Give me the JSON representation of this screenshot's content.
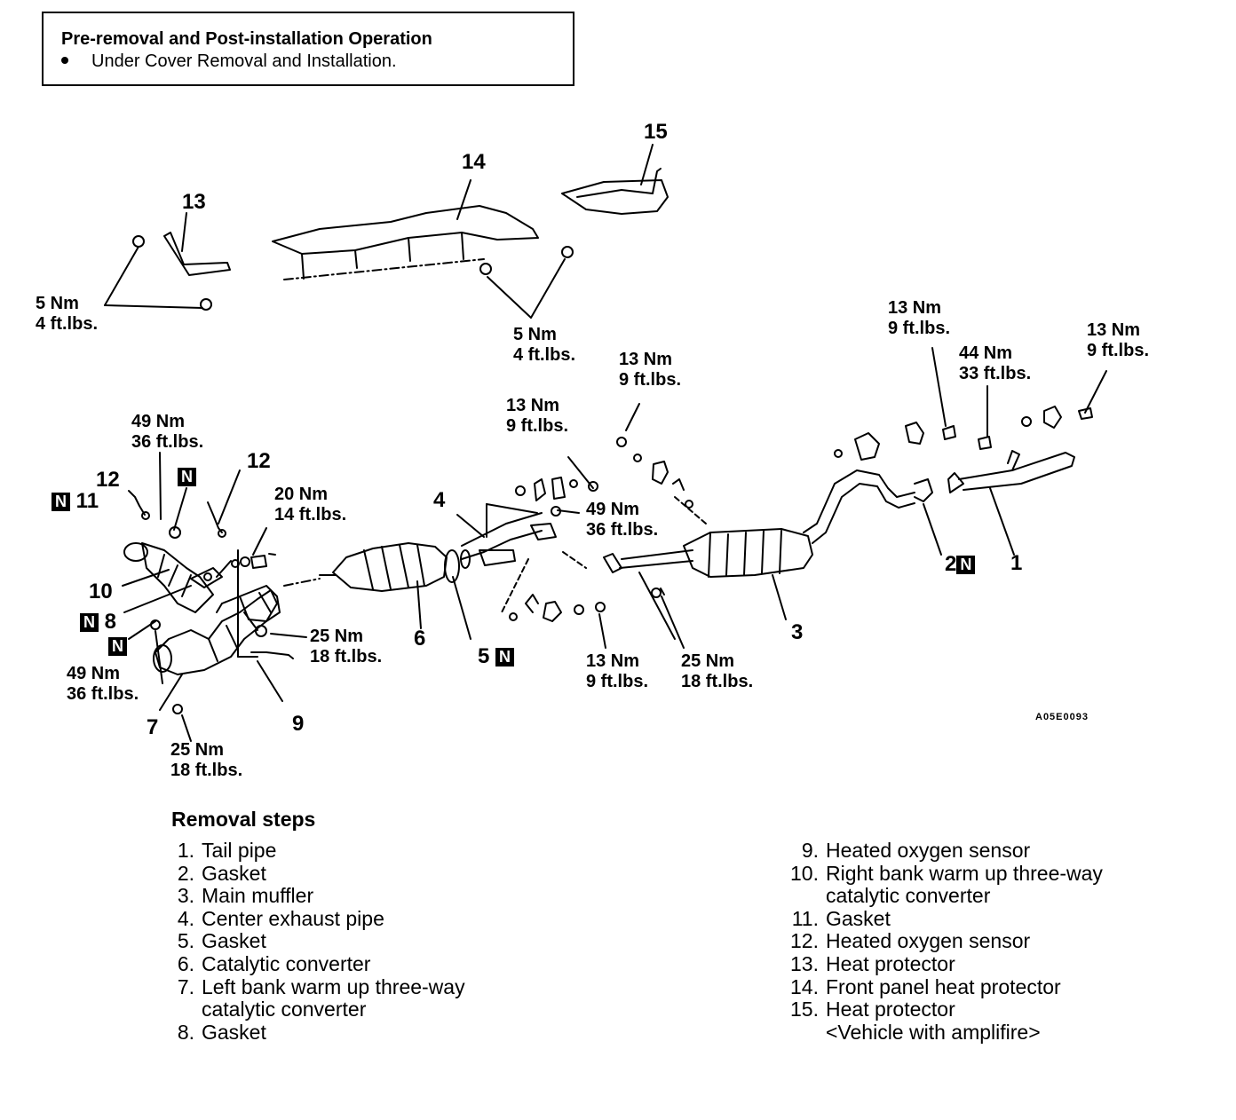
{
  "header": {
    "title": "Pre-removal and Post-installation Operation",
    "bullet": "Under Cover Removal and Installation."
  },
  "callouts": {
    "p1": "1",
    "p2": "2",
    "p3": "3",
    "p4": "4",
    "p5": "5",
    "p6": "6",
    "p7": "7",
    "p8": "8",
    "p9": "9",
    "p10": "10",
    "p11": "11",
    "p12a": "12",
    "p12b": "12",
    "p13": "13",
    "p14": "14",
    "p15": "15",
    "n_mark": "N"
  },
  "torques": {
    "t5nm_left": [
      "5 Nm",
      "4 ft.lbs."
    ],
    "t5nm_mid": [
      "5 Nm",
      "4 ft.lbs."
    ],
    "t13_a": [
      "13 Nm",
      "9 ft.lbs."
    ],
    "t13_b": [
      "13 Nm",
      "9 ft.lbs."
    ],
    "t13_c": [
      "13 Nm",
      "9 ft.lbs."
    ],
    "t13_d": [
      "13 Nm",
      "9 ft.lbs."
    ],
    "t13_e": [
      "13 Nm",
      "9 ft.lbs."
    ],
    "t44": [
      "44 Nm",
      "33 ft.lbs."
    ],
    "t49_a": [
      "49 Nm",
      "36 ft.lbs."
    ],
    "t49_b": [
      "49 Nm",
      "36 ft.lbs."
    ],
    "t49_c": [
      "49 Nm",
      "36 ft.lbs."
    ],
    "t20": [
      "20 Nm",
      "14 ft.lbs."
    ],
    "t25_a": [
      "25 Nm",
      "18 ft.lbs."
    ],
    "t25_b": [
      "25 Nm",
      "18 ft.lbs."
    ],
    "t25_c": [
      "25 Nm",
      "18 ft.lbs."
    ]
  },
  "figure_code": "A05E0093",
  "removal": {
    "title": "Removal steps",
    "left": [
      {
        "n": "1.",
        "text": "Tail pipe"
      },
      {
        "n": "2.",
        "text": "Gasket"
      },
      {
        "n": "3.",
        "text": "Main muffler"
      },
      {
        "n": "4.",
        "text": "Center exhaust pipe"
      },
      {
        "n": "5.",
        "text": "Gasket"
      },
      {
        "n": "6.",
        "text": "Catalytic converter"
      },
      {
        "n": "7.",
        "text": "Left bank warm up three-way"
      },
      {
        "n": "",
        "text": "catalytic converter"
      },
      {
        "n": "8.",
        "text": "Gasket"
      }
    ],
    "right": [
      {
        "n": "9.",
        "text": "Heated oxygen sensor"
      },
      {
        "n": "10.",
        "text": "Right bank warm up three-way"
      },
      {
        "n": "",
        "text": "catalytic converter"
      },
      {
        "n": "11.",
        "text": "Gasket"
      },
      {
        "n": "12.",
        "text": "Heated oxygen sensor"
      },
      {
        "n": "13.",
        "text": "Heat protector"
      },
      {
        "n": "14.",
        "text": "Front panel heat protector"
      },
      {
        "n": "15.",
        "text": "Heat protector"
      },
      {
        "n": "",
        "text": "<Vehicle with amplifire>"
      }
    ]
  }
}
